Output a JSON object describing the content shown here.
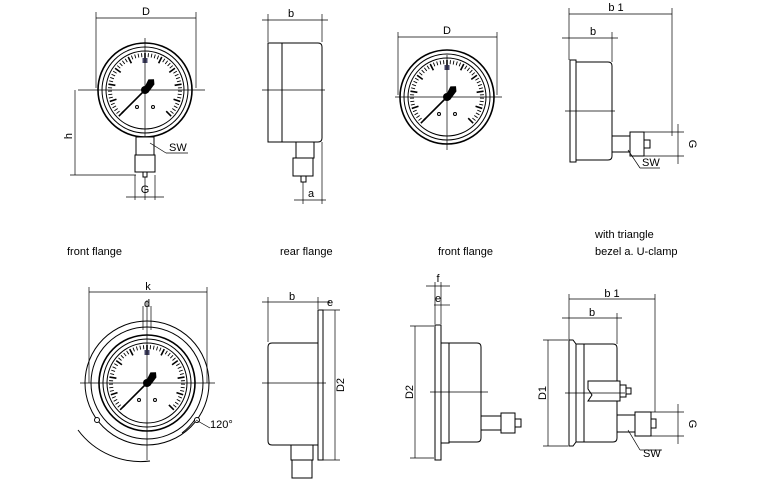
{
  "captions": {
    "front_flange_1": "front flange",
    "rear_flange": "rear flange",
    "front_flange_2": "front flange",
    "triangle_line1": "with triangle",
    "triangle_line2": "bezel a. U-clamp"
  },
  "dimensions": {
    "D": "D",
    "b": "b",
    "h": "h",
    "G": "G",
    "SW": "SW",
    "a": "a",
    "b1": "b 1",
    "k": "k",
    "d": "d",
    "e": "e",
    "f": "f",
    "D1": "D1",
    "D2": "D2",
    "angle": "120°"
  }
}
